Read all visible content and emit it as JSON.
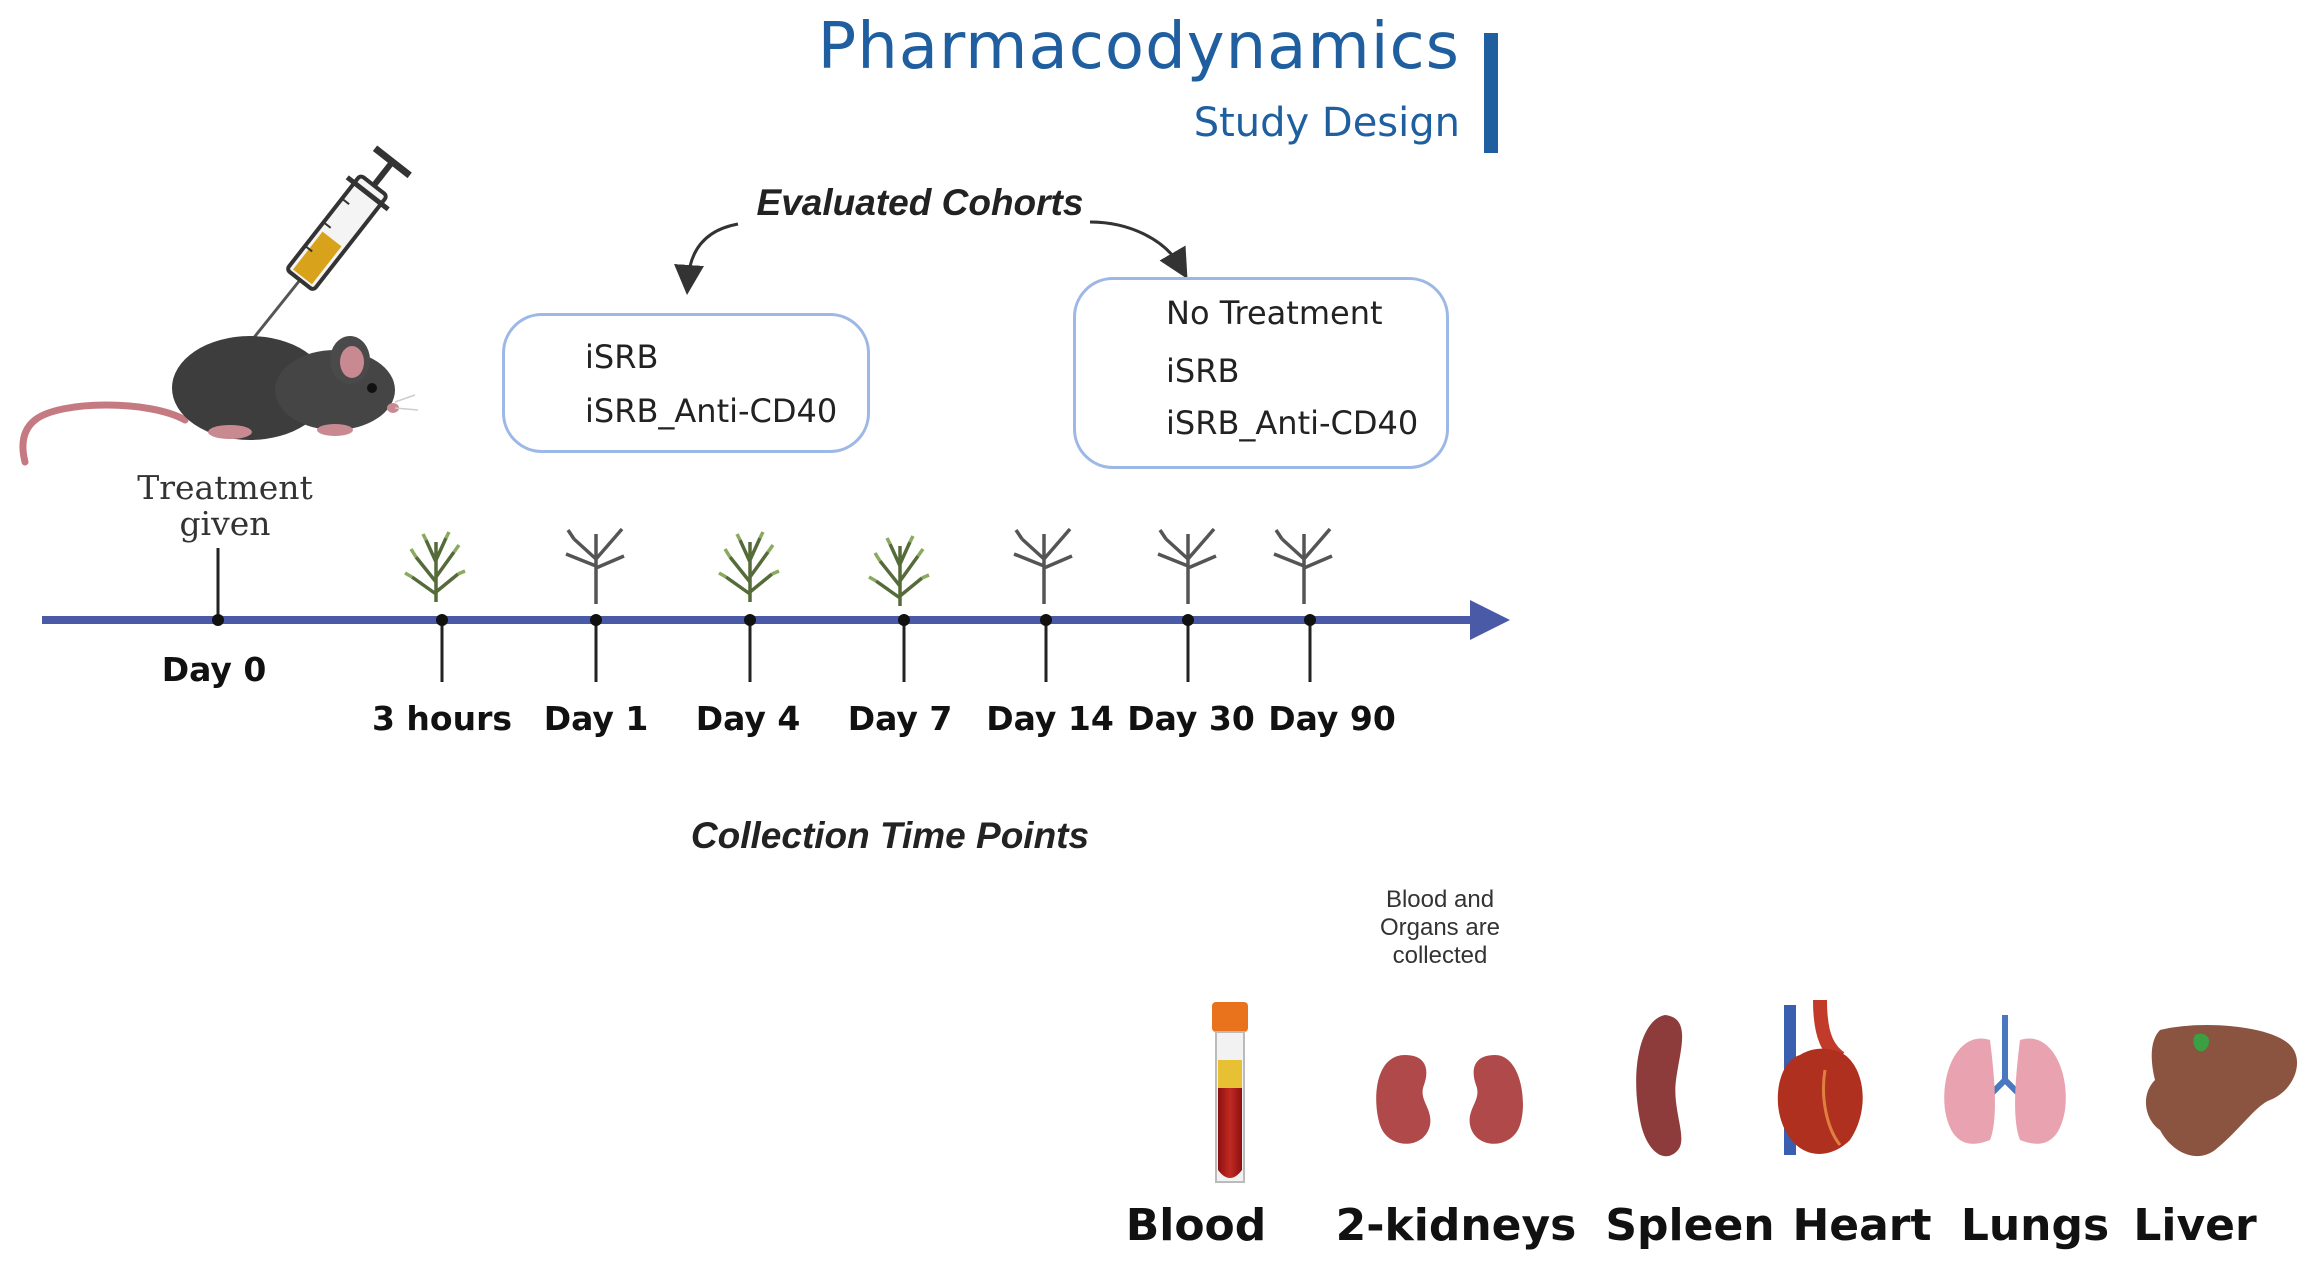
{
  "title": "Pharmacodynamics",
  "subtitle": "Study Design",
  "evaluated_cohorts": {
    "heading": "Evaluated Cohorts",
    "left_box": [
      "iSRB",
      "iSRB_Anti-CD40"
    ],
    "right_box": [
      "No Treatment",
      "iSRB",
      "iSRB_Anti-CD40"
    ]
  },
  "timeline": {
    "treatment_label": "Treatment given",
    "start_label": "Day 0",
    "points": [
      {
        "label": "3 hours",
        "icon": "bushy-tree-icon"
      },
      {
        "label": "Day 1",
        "icon": "bare-tree-icon"
      },
      {
        "label": "Day 4",
        "icon": "bushy-tree-icon"
      },
      {
        "label": "Day 7",
        "icon": "bushy-tree-icon"
      },
      {
        "label": "Day 14",
        "icon": "bare-tree-icon"
      },
      {
        "label": "Day 30",
        "icon": "bare-tree-icon"
      },
      {
        "label": "Day 90",
        "icon": "bare-tree-icon"
      }
    ],
    "caption": "Collection Time Points"
  },
  "collection": {
    "note": "Blood and Organs are collected",
    "organs": [
      "Blood",
      "2-kidneys",
      "Spleen",
      "Heart",
      "Lungs",
      "Liver"
    ]
  },
  "colors": {
    "accent": "#1f5fa0",
    "timeline": "#4a5aa6",
    "box_border": "#9db8e6"
  }
}
